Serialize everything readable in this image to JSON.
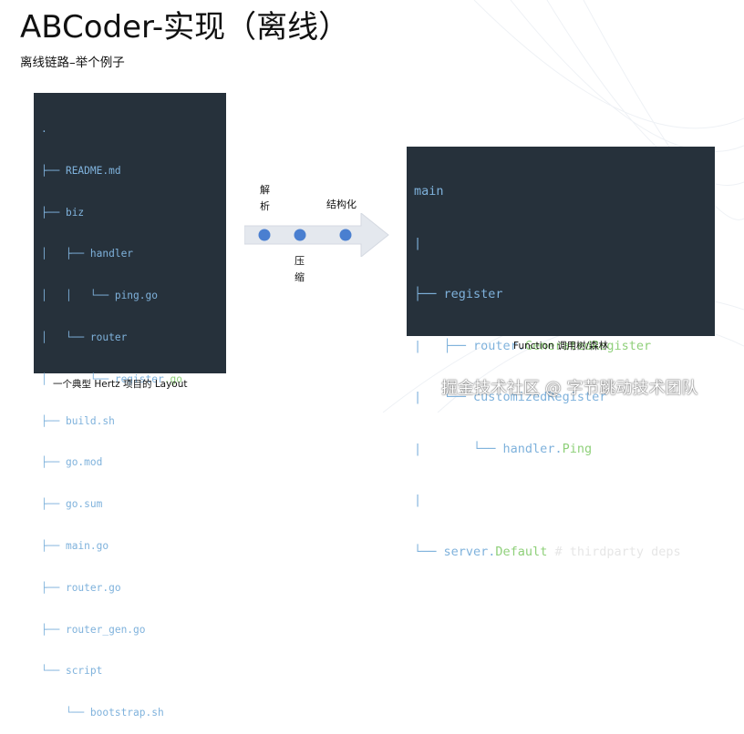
{
  "title": "ABCoder-实现（离线）",
  "subtitle": "离线链路–举个例子",
  "left_tree": {
    "caption": "一个典型 Hertz 项目的 Layout",
    "lines": [
      {
        "prefix": ".",
        "name": "",
        "ext": ""
      },
      {
        "prefix": "├── ",
        "name": "README.md",
        "ext": ""
      },
      {
        "prefix": "├── ",
        "name": "biz",
        "ext": ""
      },
      {
        "prefix": "│   ├── ",
        "name": "handler",
        "ext": ""
      },
      {
        "prefix": "│   │   └── ",
        "name": "ping.go",
        "ext": ""
      },
      {
        "prefix": "│   └── ",
        "name": "router",
        "ext": ""
      },
      {
        "prefix": "│       └── ",
        "name": "register",
        "ext": ".go"
      },
      {
        "prefix": "├── ",
        "name": "build.sh",
        "ext": ""
      },
      {
        "prefix": "├── ",
        "name": "go.mod",
        "ext": ""
      },
      {
        "prefix": "├── ",
        "name": "go.sum",
        "ext": ""
      },
      {
        "prefix": "├── ",
        "name": "main.go",
        "ext": ""
      },
      {
        "prefix": "├── ",
        "name": "router.go",
        "ext": ""
      },
      {
        "prefix": "├── ",
        "name": "router_gen.go",
        "ext": ""
      },
      {
        "prefix": "└── ",
        "name": "script",
        "ext": ""
      },
      {
        "prefix": "    └── ",
        "name": "bootstrap.sh",
        "ext": ""
      }
    ]
  },
  "flow": {
    "label_parse": "解析",
    "label_compress": "压缩",
    "label_structure": "结构化"
  },
  "right_tree": {
    "caption": "Function 调用树/森林",
    "lines": [
      {
        "prefix": "",
        "pkg": "main",
        "sym": "",
        "comment": ""
      },
      {
        "prefix": "|",
        "pkg": "",
        "sym": "",
        "comment": ""
      },
      {
        "prefix": "├── ",
        "pkg": "register",
        "sym": "",
        "comment": ""
      },
      {
        "prefix": "|   ├── ",
        "pkg": "router.",
        "sym": "GeneratedRegister",
        "comment": ""
      },
      {
        "prefix": "|   └── ",
        "pkg": "customizedRegister",
        "sym": "",
        "comment": ""
      },
      {
        "prefix": "|       └── ",
        "pkg": "handler.",
        "sym": "Ping",
        "comment": ""
      },
      {
        "prefix": "|",
        "pkg": "",
        "sym": "",
        "comment": ""
      },
      {
        "prefix": "└── ",
        "pkg": "server.",
        "sym": "Default",
        "comment": " # thirdparty deps"
      }
    ]
  },
  "watermark": "掘金技术社区 @ 字节跳动技术团队",
  "colors": {
    "panel_bg": "#26313b",
    "tree_blue": "#7fb2dc",
    "accent_green": "#8fd07a",
    "arrow_fill": "#e4e8ee",
    "node_blue": "#4a7fd0"
  }
}
